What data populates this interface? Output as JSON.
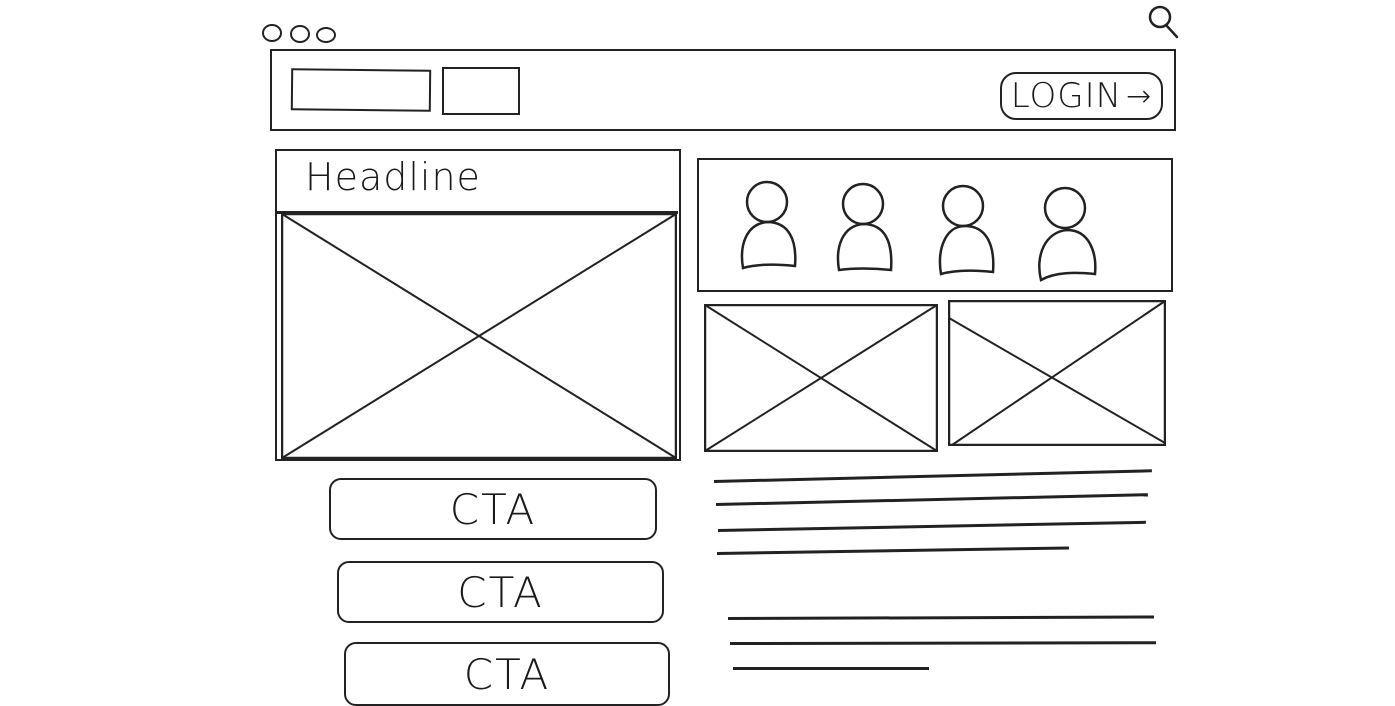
{
  "window": {
    "traffic_lights": [
      "circle",
      "circle",
      "circle"
    ],
    "search_icon": "magnifier-icon"
  },
  "nav": {
    "placeholders": [
      "logo-placeholder",
      "nav-link-placeholder"
    ],
    "login_label": "LOGIN",
    "login_icon": "→"
  },
  "hero": {
    "headline": "Headline",
    "image": "image-placeholder"
  },
  "team": {
    "avatars": [
      "person",
      "person",
      "person",
      "person"
    ]
  },
  "gallery": {
    "images": [
      "image-placeholder",
      "image-placeholder"
    ]
  },
  "ctas": [
    {
      "label": "CTA"
    },
    {
      "label": "CTA"
    },
    {
      "label": "CTA"
    }
  ],
  "text_blocks": {
    "paragraph_1_lines": 4,
    "paragraph_2_lines": 3
  }
}
